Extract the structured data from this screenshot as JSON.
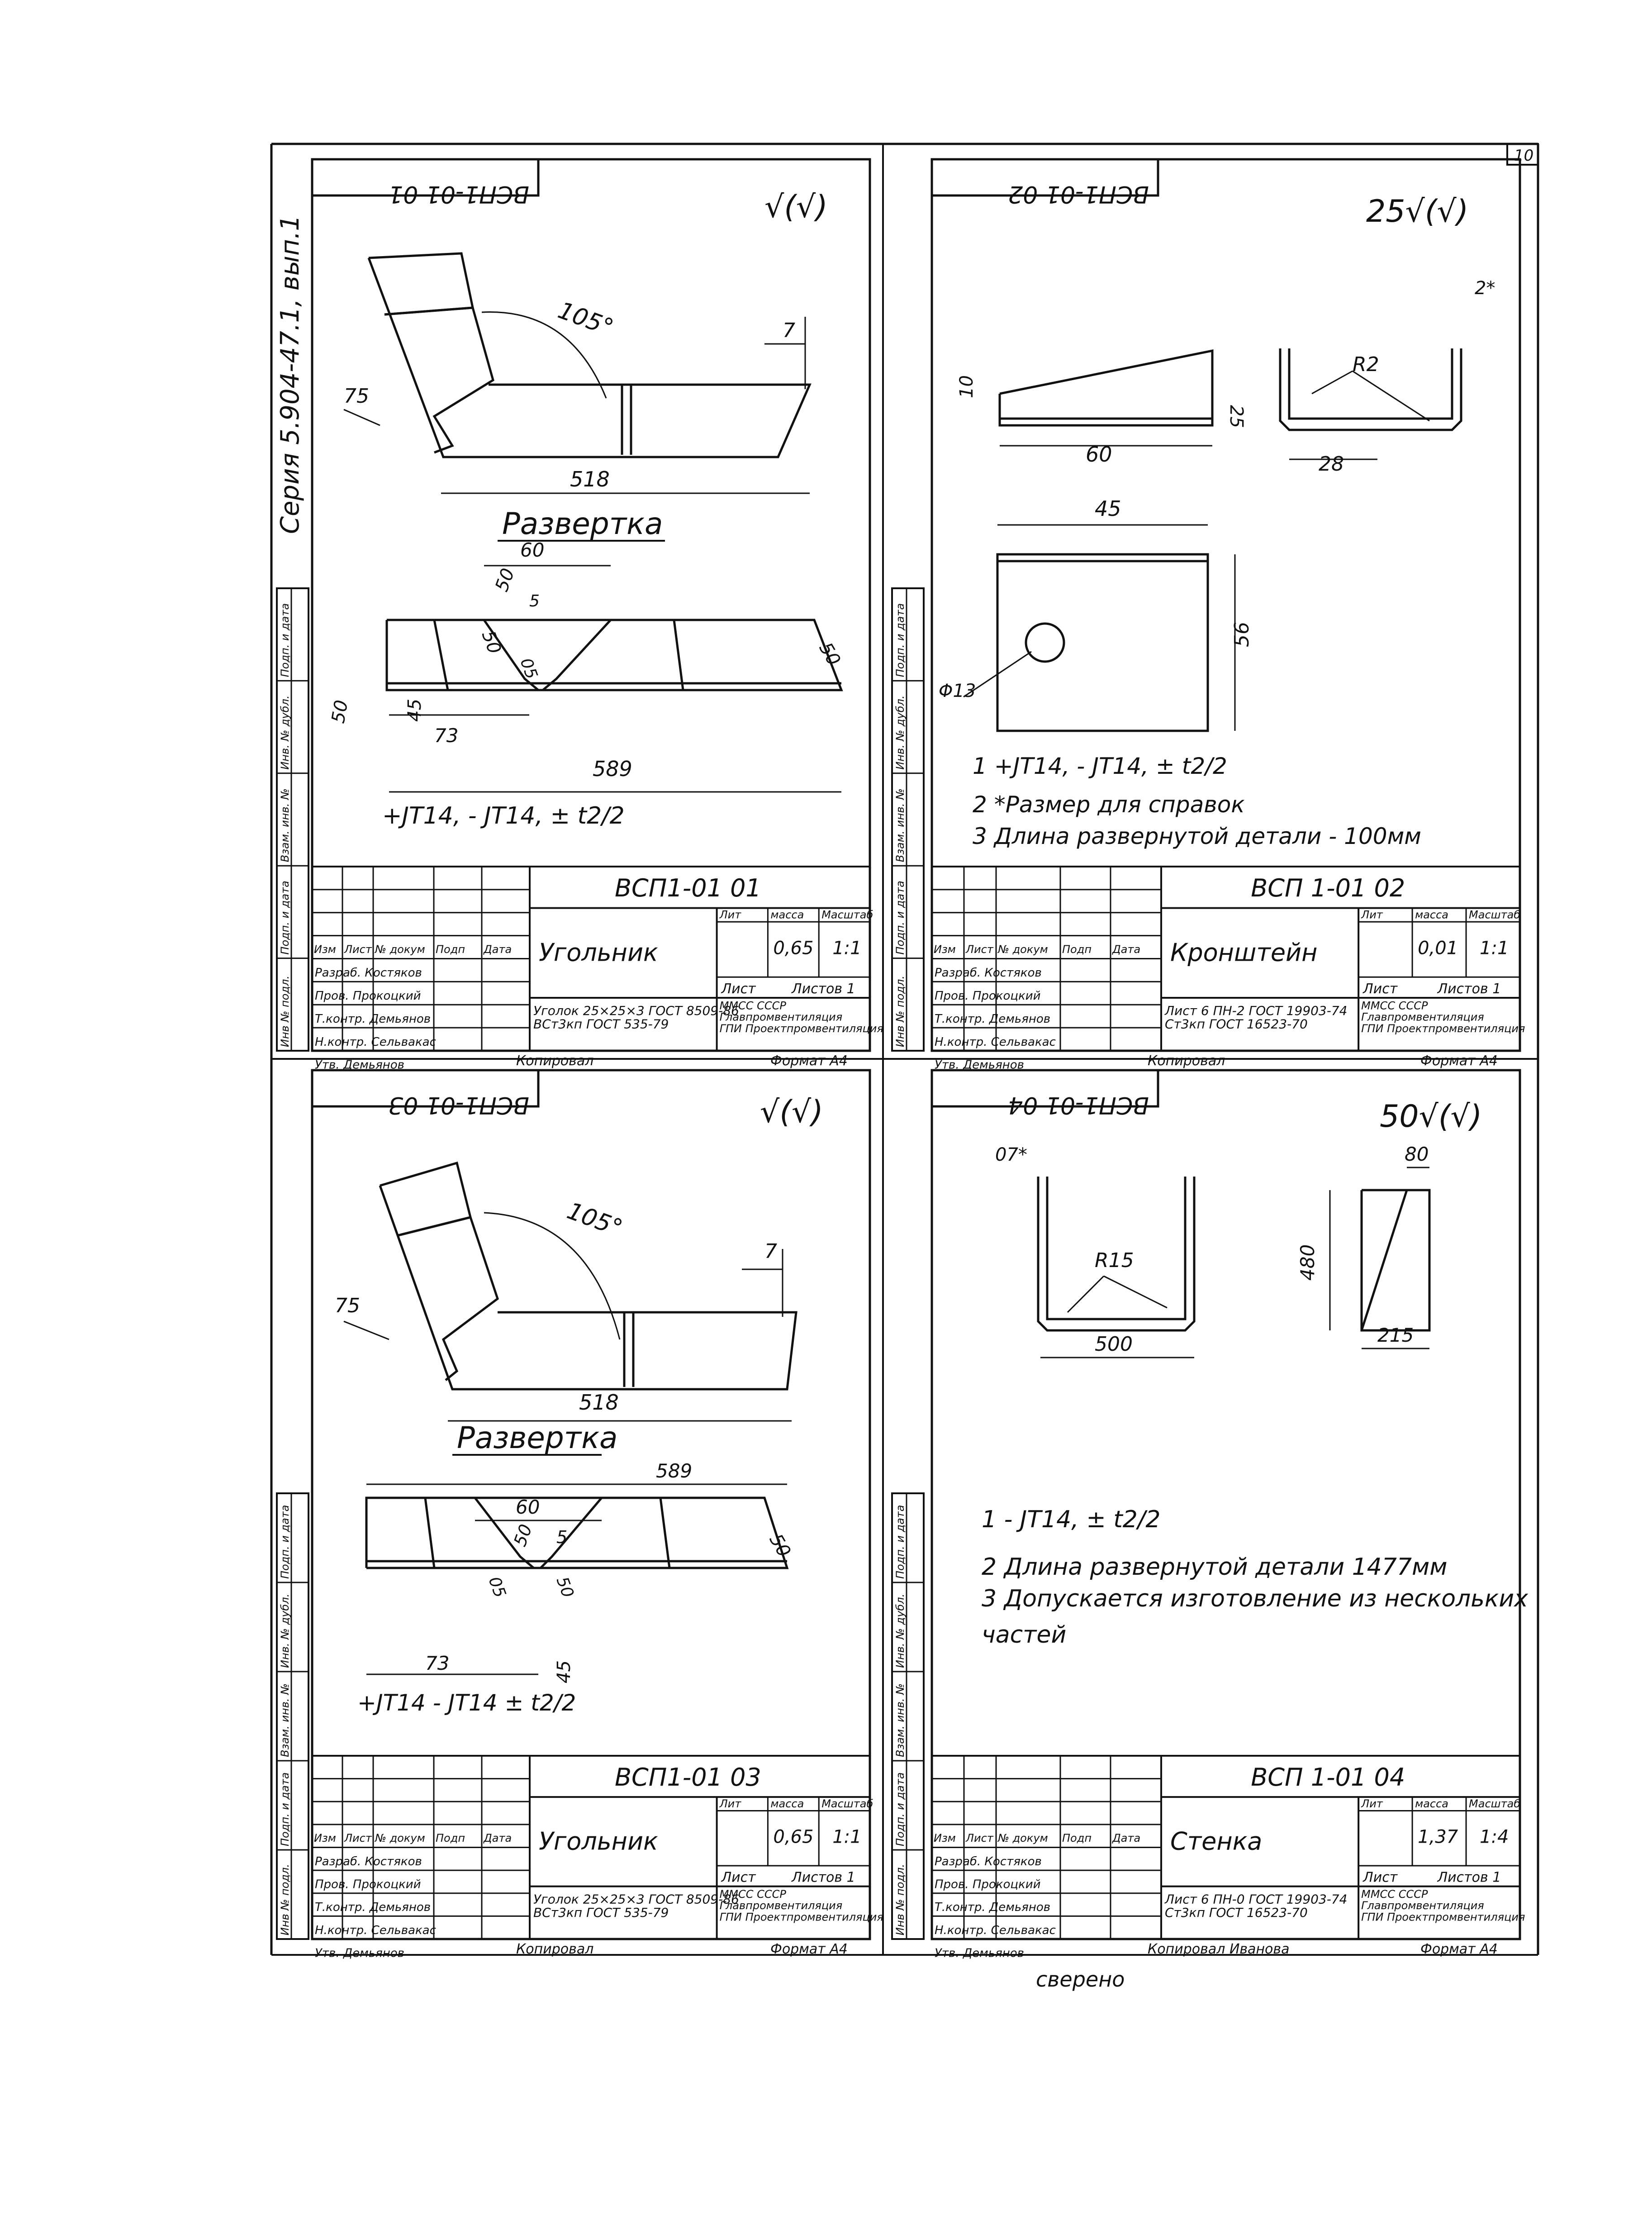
{
  "page_number": "10",
  "series_text": "Серия 5.904-47.1, вып.1",
  "side_columns": [
    "Инв № подл.",
    "Подп. и дата",
    "Взам. инв. №",
    "Инв. № дубл.",
    "Подп. и дата"
  ],
  "common": {
    "head_izm": "Изм",
    "head_list": "Лист",
    "head_doc": "№ докум",
    "head_sign": "Подп",
    "head_date": "Дата",
    "lit_label": "Лит",
    "mass_label": "масса",
    "scale_label": "Масштаб",
    "sheet_label": "Лист",
    "sheets_label": "Листов 1",
    "org": "ММСС СССР\nГлавпромвентиляция\nГПИ Проектпромвентиляция",
    "kopiroval": "Копировал",
    "format": "Формат А4"
  },
  "drawings": [
    {
      "stamp": "ВСП1-01 01",
      "code": "ВСП1-01 01",
      "name": "Угольник",
      "mass": "0,65",
      "scale": "1:1",
      "material": "Уголок 25×25×3 ГОСТ 8509-86\nВСт3кп ГОСТ 535-79",
      "roughness": "√(√)",
      "people": [
        "Разраб. Костяков",
        "Пров. Прокоцкий",
        "Т.контр. Демьянов",
        "Н.контр. Сельвакас",
        "Утв. Демьянов"
      ],
      "dims": {
        "angle": "105°",
        "d7": "7",
        "d75": "75",
        "d518": "518",
        "razv": "Развертка",
        "d60": "60",
        "d50a": "50",
        "d50b": "50",
        "d5": "5",
        "d05": "05",
        "d50c": "50",
        "d50d": "50",
        "d45": "45",
        "d73": "73",
        "d589": "589",
        "tol": "+JT14, - JT14, ± t2/2"
      }
    },
    {
      "stamp": "ВСП1-01 02",
      "code": "ВСП 1-01 02",
      "name": "Кронштейн",
      "mass": "0,01",
      "scale": "1:1",
      "material": "Лист 6 ПН-2 ГОСТ 19903-74\nСт3кп ГОСТ 16523-70",
      "roughness": "25√(√)",
      "people": [
        "Разраб. Костяков",
        "Пров. Прокоцкий",
        "Т.контр. Демьянов",
        "Н.контр. Сельвакас",
        "Утв. Демьянов"
      ],
      "dims": {
        "d2": "2*",
        "d10": "10",
        "d25": "25",
        "d60": "60",
        "r2": "R2",
        "d28": "28",
        "d45": "45",
        "d56": "56",
        "d13": "Φ13"
      },
      "notes": [
        "1 +JT14, - JT14, ± t2/2",
        "2 *Размер для справок",
        "3 Длина развернутой детали - 100мм"
      ]
    },
    {
      "stamp": "ВСП1-01 03",
      "code": "ВСП1-01 03",
      "name": "Угольник",
      "mass": "0,65",
      "scale": "1:1",
      "material": "Уголок 25×25×3 ГОСТ 8509-86\nВСт3кп ГОСТ 535-79",
      "roughness": "√(√)",
      "people": [
        "Разраб. Костяков",
        "Пров. Прокоцкий",
        "Т.контр. Демьянов",
        "Н.контр. Сельвакас",
        "Утв. Демьянов"
      ],
      "dims": {
        "angle": "105°",
        "d7": "7",
        "d75": "75",
        "d518": "518",
        "razv": "Развертка",
        "d589": "589",
        "d60": "60",
        "d50a": "50",
        "d5": "5",
        "d05": "05",
        "d50c": "50",
        "d50d": "50",
        "d45": "45",
        "d73": "73",
        "tol": "+JT14 - JT14 ± t2/2"
      }
    },
    {
      "stamp": "ВСП1-01 04",
      "code": "ВСП 1-01 04",
      "name": "Стенка",
      "mass": "1,37",
      "scale": "1:4",
      "material": "Лист 6 ПН-0 ГОСТ 19903-74\nСт3кп ГОСТ 16523-70",
      "roughness": "50√(√)",
      "people": [
        "Разраб. Костяков",
        "Пров. Прокоцкий",
        "Т.контр. Демьянов",
        "Н.контр. Сельвакас",
        "Утв. Демьянов"
      ],
      "kopiroval": "Копировал Иванова",
      "dims": {
        "d07": "07*",
        "r15": "R15",
        "d500": "500",
        "d80": "80",
        "d480": "480",
        "d215": "215"
      },
      "notes": [
        "1 - JT14, ± t2/2",
        "2 Длина развернутой детали 1477мм",
        "3 Допускается изготовление из нескольких",
        "частей"
      ]
    }
  ],
  "footer_text": "сверено"
}
